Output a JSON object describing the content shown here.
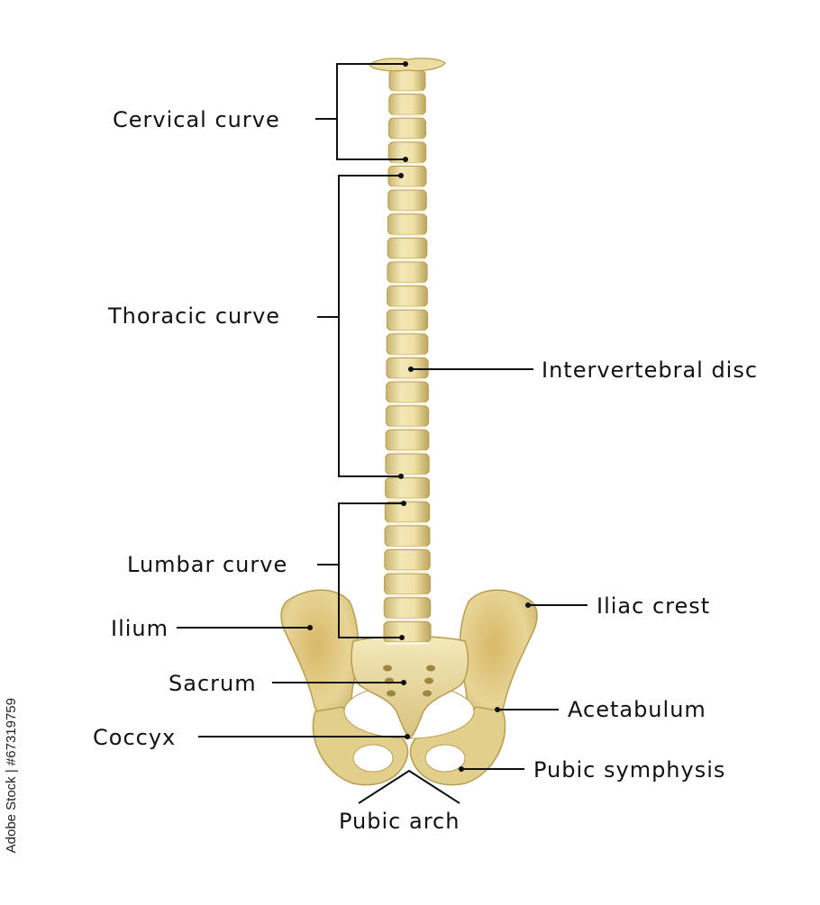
{
  "labels": {
    "cervical_curve": "Cervical curve",
    "thoracic_curve": "Thoracic curve",
    "intervertebral_disc": "Intervertebral disc",
    "lumbar_curve": "Lumbar curve",
    "iliac_crest": "Iliac crest",
    "ilium": "Ilium",
    "sacrum": "Sacrum",
    "acetabulum": "Acetabulum",
    "coccyx": "Coccyx",
    "pubic_symphysis": "Pubic symphysis",
    "pubic_arch": "Pubic arch"
  },
  "watermark_id": "Adobe Stock | #67319759",
  "colors": {
    "bone": "#e8d9a0",
    "bone_dark": "#c9b06a",
    "bone_light": "#f5ecc4",
    "leader": "#111111",
    "background": "#ffffff"
  }
}
